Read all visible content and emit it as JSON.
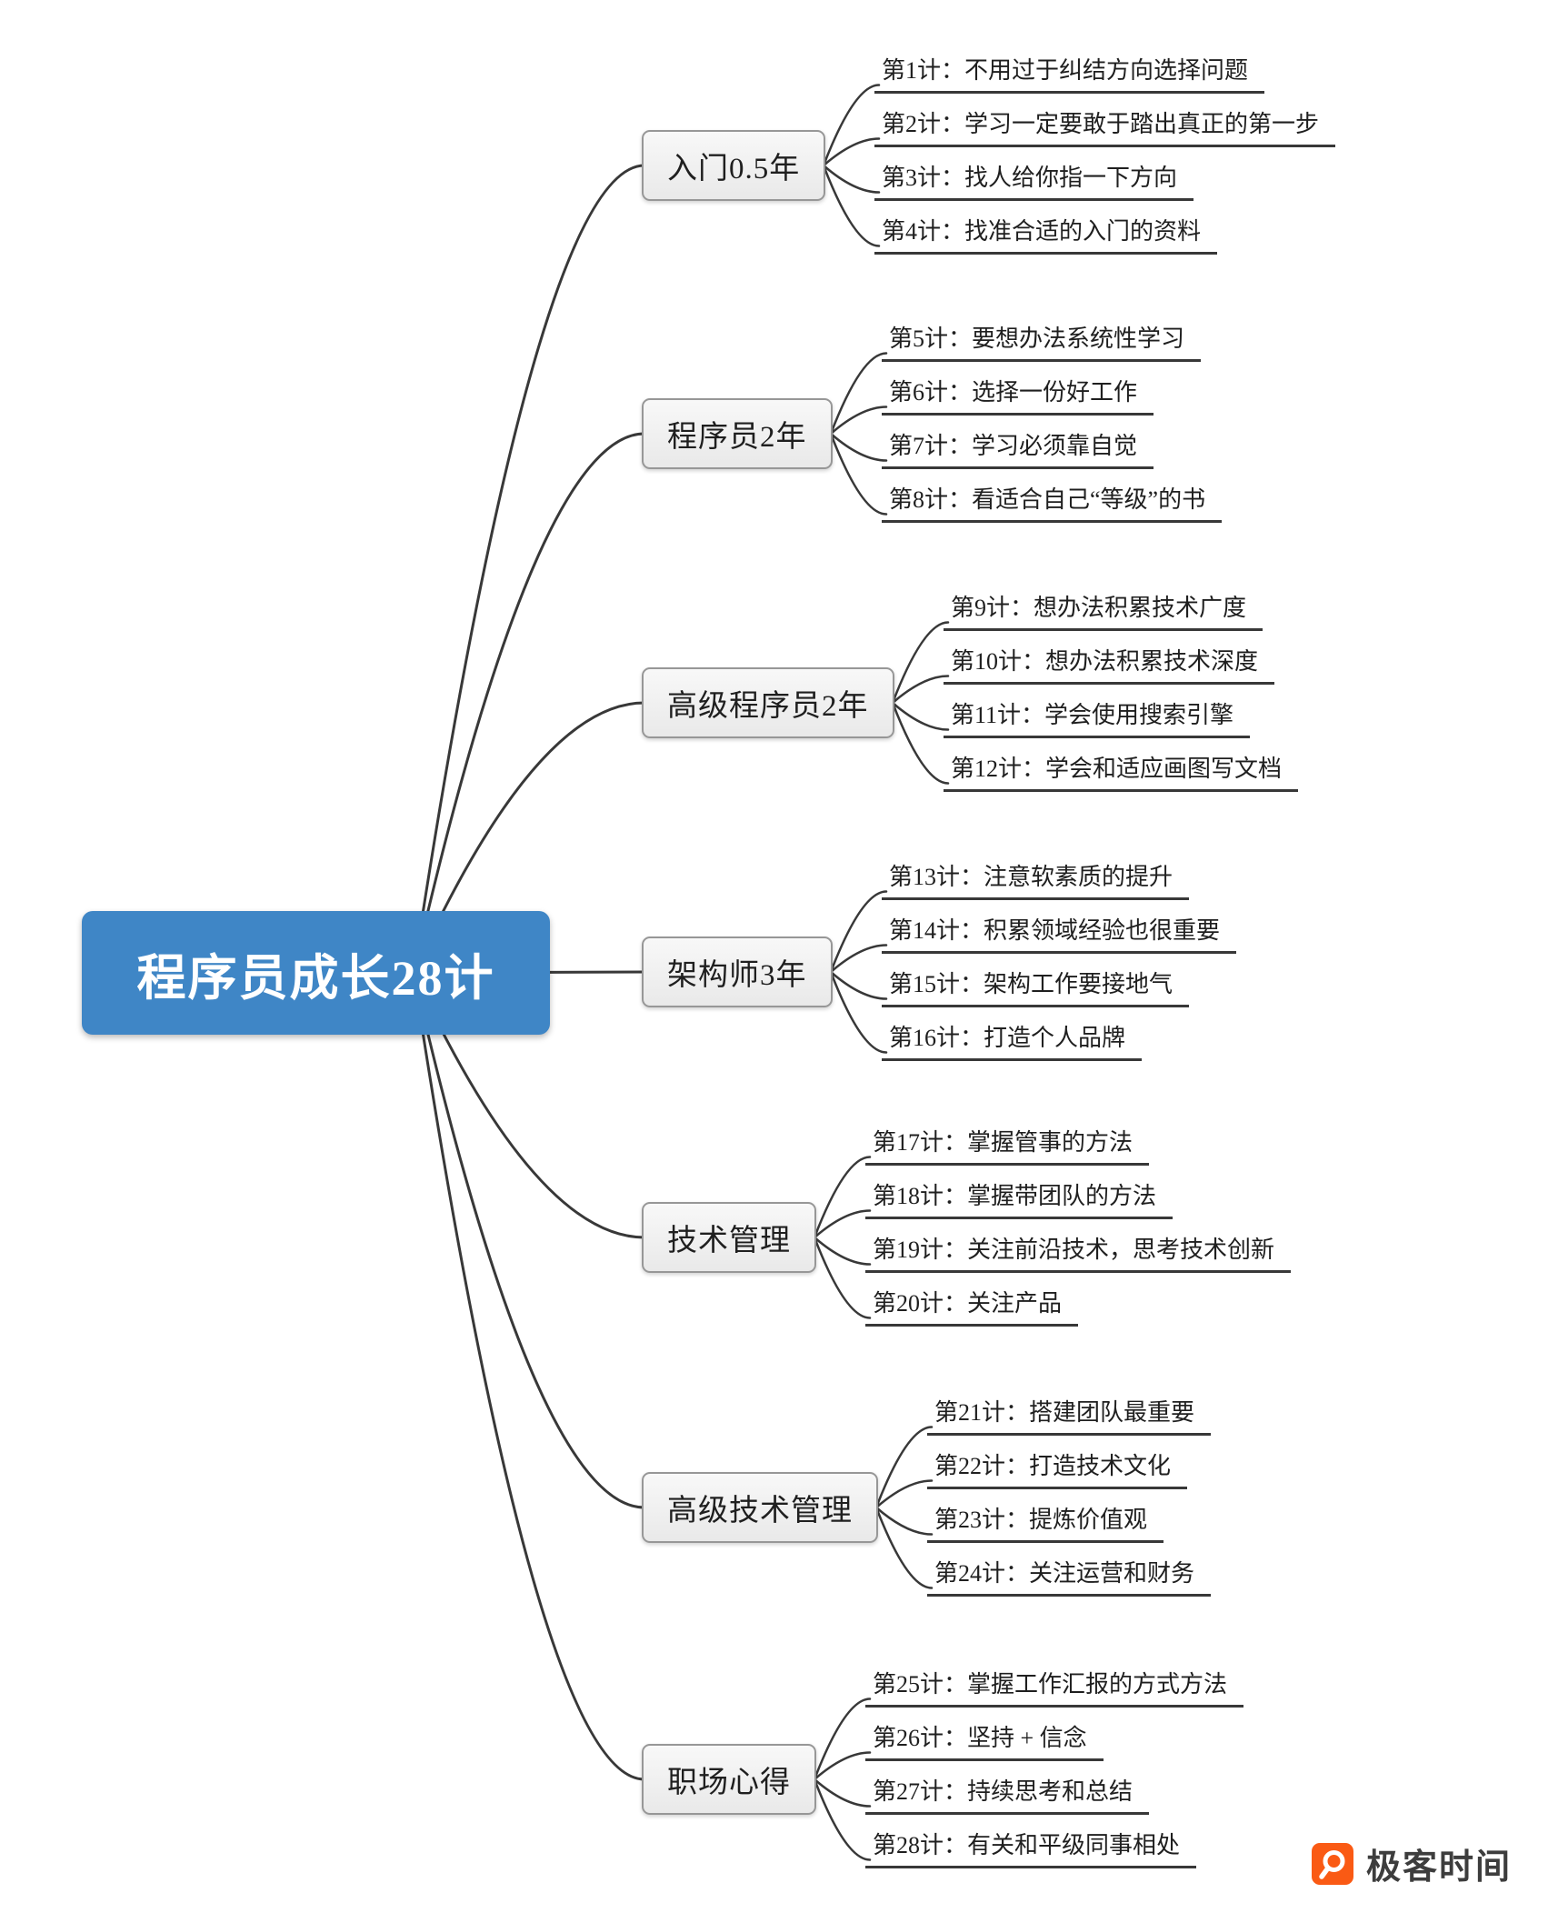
{
  "root": {
    "label": "程序员成长28计"
  },
  "branches": [
    {
      "label": "入门0.5年",
      "children": [
        "第1计：不用过于纠结方向选择问题",
        "第2计：学习一定要敢于踏出真正的第一步",
        "第3计：找人给你指一下方向",
        "第4计：找准合适的入门的资料"
      ]
    },
    {
      "label": "程序员2年",
      "children": [
        "第5计：要想办法系统性学习",
        "第6计：选择一份好工作",
        "第7计：学习必须靠自觉",
        "第8计：看适合自己“等级”的书"
      ]
    },
    {
      "label": "高级程序员2年",
      "children": [
        "第9计：想办法积累技术广度",
        "第10计：想办法积累技术深度",
        "第11计：学会使用搜索引擎",
        "第12计：学会和适应画图写文档"
      ]
    },
    {
      "label": "架构师3年",
      "children": [
        "第13计：注意软素质的提升",
        "第14计：积累领域经验也很重要",
        "第15计：架构工作要接地气",
        "第16计：打造个人品牌"
      ]
    },
    {
      "label": "技术管理",
      "children": [
        "第17计：掌握管事的方法",
        "第18计：掌握带团队的方法",
        "第19计：关注前沿技术，思考技术创新",
        "第20计：关注产品"
      ]
    },
    {
      "label": "高级技术管理",
      "children": [
        "第21计：搭建团队最重要",
        "第22计：打造技术文化",
        "第23计：提炼价值观",
        "第24计：关注运营和财务"
      ]
    },
    {
      "label": "职场心得",
      "children": [
        "第25计：掌握工作汇报的方式方法",
        "第26计：坚持 + 信念",
        "第27计：持续思考和总结",
        "第28计：有关和平级同事相处"
      ]
    }
  ],
  "footer": {
    "brand": "极客时间",
    "logo_icon": "geektime-logo-icon",
    "brand_color": "#fa5a14"
  },
  "colors": {
    "root_bg": "#3f86c6",
    "root_text": "#ffffff",
    "branch_bg": "#f0f0f0",
    "branch_border": "#979797",
    "line": "#383838",
    "leaf_text": "#1f1f1f"
  }
}
